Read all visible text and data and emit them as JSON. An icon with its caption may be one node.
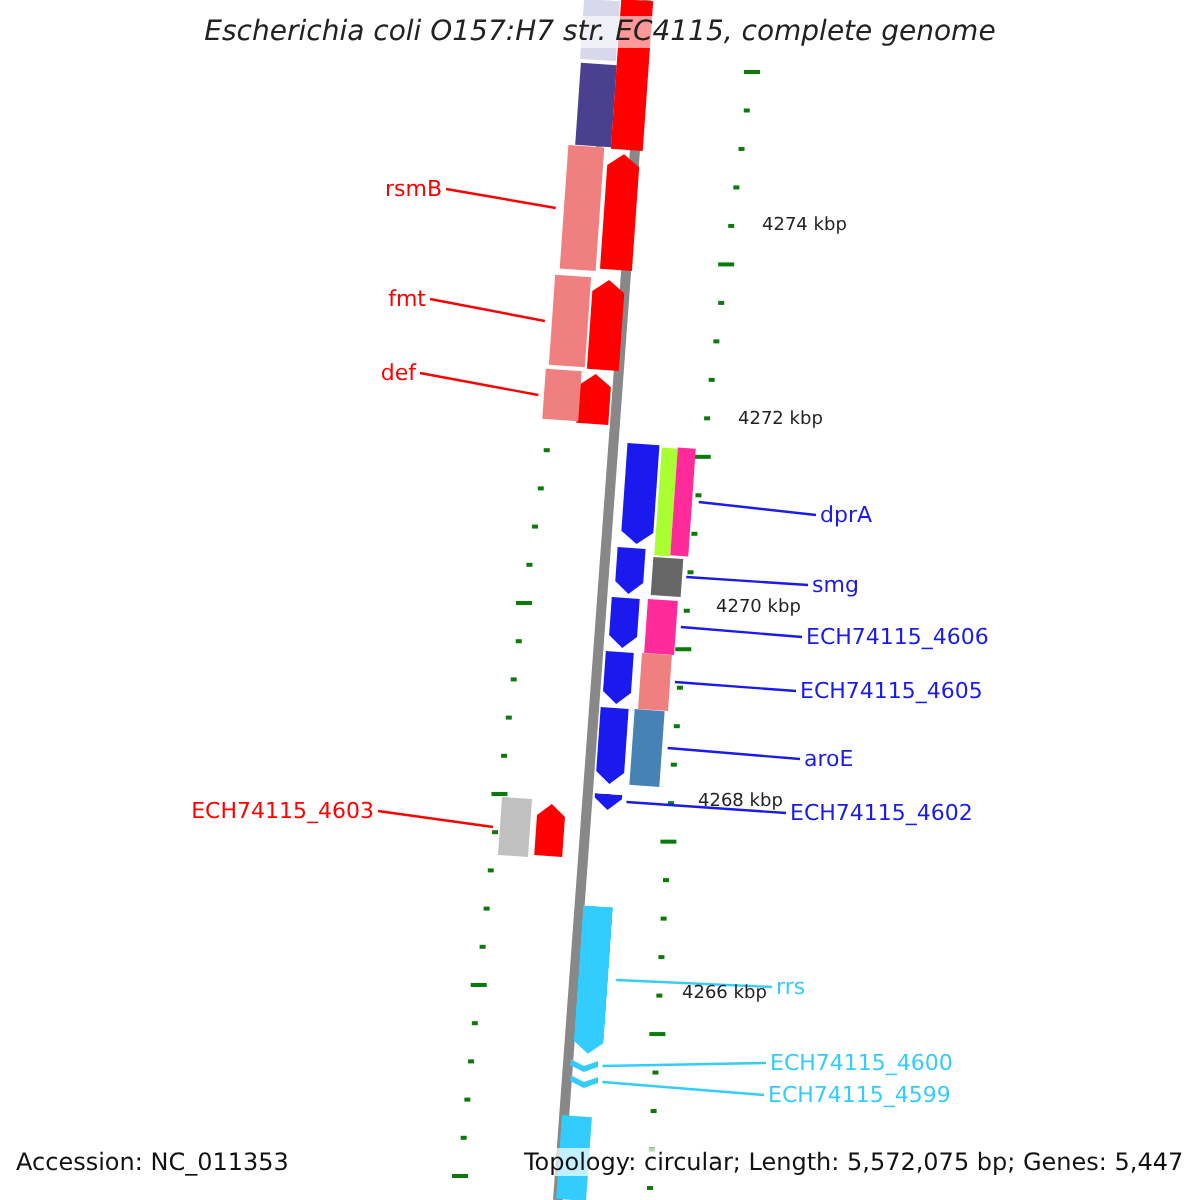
{
  "diagram": {
    "title": "Escherichia coli O157:H7 str. EC4115, complete genome",
    "nodes": [
      {
        "text": [
          "rsmB"
        ]
      },
      {
        "text": [],
        "shape": "bar"
      },
      {
        "text": [
          "fmt"
        ]
      },
      {
        "text": [],
        "shape": "bar"
      },
      {
        "text": [
          "def"
        ]
      },
      {
        "text": [],
        "shape": "bar"
      },
      {
        "text": [
          "dprA"
        ]
      },
      {
        "text": [],
        "shape": "bar"
      },
      {
        "text": [
          "smg"
        ]
      },
      {
        "text": [],
        "shape": "bar"
      },
      {
        "text": [
          "ECH74115_4606"
        ]
      },
      {
        "text": [],
        "shape": "bar"
      },
      {
        "text": [
          "ECH74115_4605"
        ]
      },
      {
        "text": [],
        "shape": "bar"
      },
      {
        "text": [
          "aroE"
        ]
      },
      {
        "text": [],
        "shape": "bar"
      },
      {
        "text": [
          "ECH74115_4603"
        ]
      },
      {
        "text": [],
        "shape": "bar"
      },
      {
        "text": [
          "ECH74115_4602"
        ]
      },
      {
        "text": [],
        "shape": "arrow"
      },
      {
        "text": [
          "rrs"
        ]
      },
      {
        "text": [],
        "shape": "arrow"
      },
      {
        "text": [
          "ECH74115_4600"
        ]
      },
      {
        "text": [],
        "shape": "arrow"
      },
      {
        "text": [
          "ECH74115_4599"
        ]
      },
      {
        "text": [],
        "shape": "arrow"
      }
    ],
    "edges": [
      {
        "from": 0,
        "to": 1,
        "arrow": "none",
        "color": "#ff0000"
      },
      {
        "from": 2,
        "to": 3,
        "arrow": "none",
        "color": "#ff0000"
      },
      {
        "from": 4,
        "to": 5,
        "arrow": "none",
        "color": "#ff0000"
      },
      {
        "from": 6,
        "to": 7,
        "arrow": "none",
        "color": "#1a1aee"
      },
      {
        "from": 8,
        "to": 9,
        "arrow": "none",
        "color": "#1a1aee"
      },
      {
        "from": 10,
        "to": 11,
        "arrow": "none",
        "color": "#1a1aee"
      },
      {
        "from": 12,
        "to": 13,
        "arrow": "none",
        "color": "#1a1aee"
      },
      {
        "from": 14,
        "to": 15,
        "arrow": "none",
        "color": "#1a1aee"
      },
      {
        "from": 16,
        "to": 17,
        "arrow": "none",
        "color": "#ff0000"
      },
      {
        "from": 18,
        "to": 19,
        "arrow": "none",
        "color": "#1a1aee"
      },
      {
        "from": 20,
        "to": 21,
        "arrow": "none",
        "color": "#33ccff"
      },
      {
        "from": 22,
        "to": 23,
        "arrow": "none",
        "color": "#33ccff"
      },
      {
        "from": 24,
        "to": 25,
        "arrow": "none",
        "color": "#33ccff"
      }
    ],
    "labels": [
      "4274 kbp",
      "4272 kbp",
      "4270 kbp",
      "4268 kbp",
      "4266 kbp",
      "Accession: NC_011353",
      "Topology: circular; Length: 5,572,075 bp; Genes: 5,447"
    ]
  }
}
